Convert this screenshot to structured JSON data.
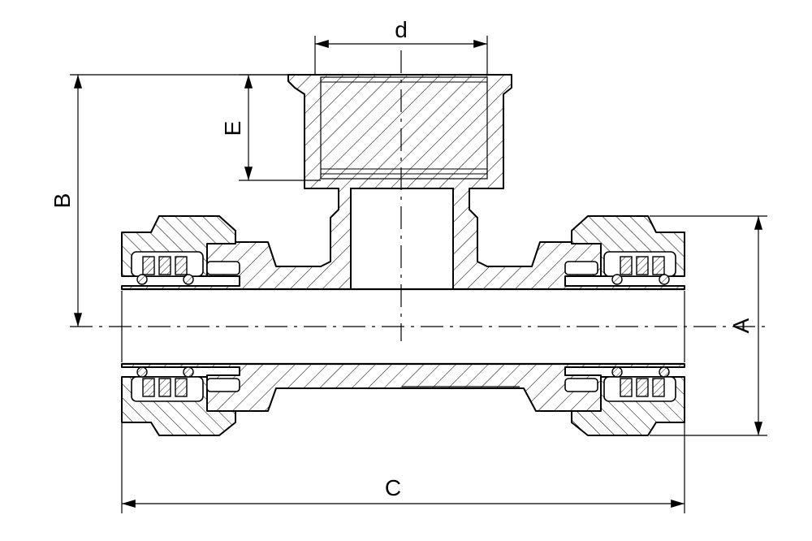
{
  "dimensions": {
    "d": "d",
    "E": "E",
    "B": "B",
    "A": "A",
    "C": "C"
  },
  "colors": {
    "line": "#000000",
    "background": "#ffffff"
  }
}
